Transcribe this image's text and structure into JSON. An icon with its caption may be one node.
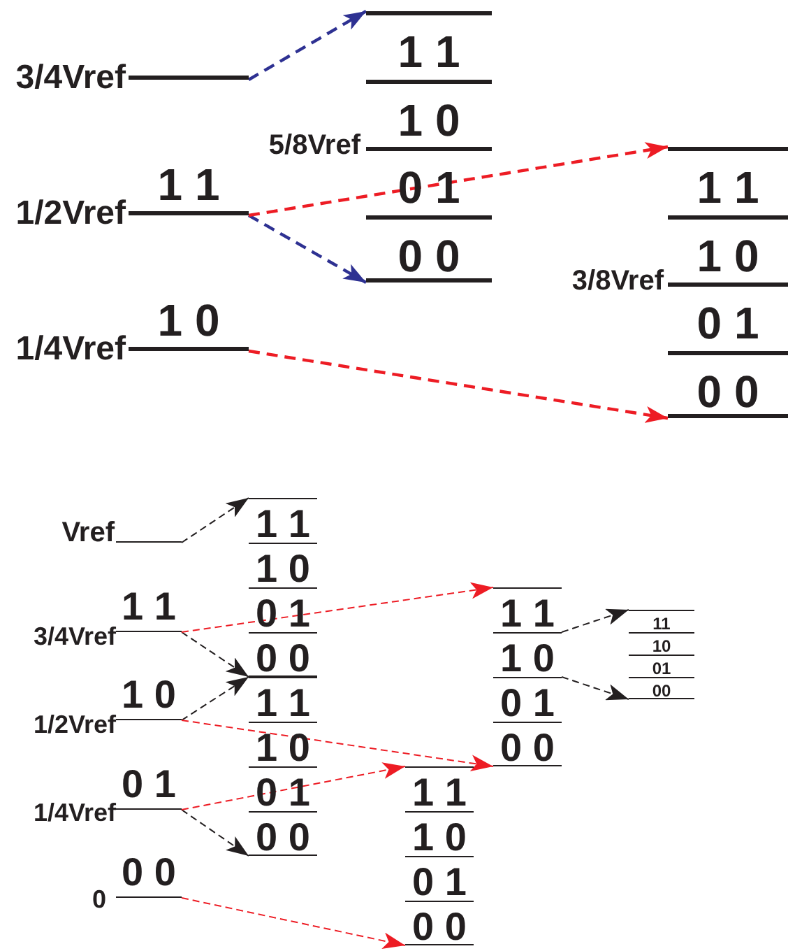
{
  "diagram": {
    "nodes": [
      {
        "text": [],
        "shape": "line",
        "beside": [
          "3/4Vref"
        ]
      },
      {
        "text": [
          "1 1"
        ],
        "beside": [
          "1/2Vref"
        ]
      },
      {
        "text": [
          "1 0"
        ],
        "beside": [
          "1/4Vref"
        ]
      },
      {
        "text": [
          "1 1",
          "1 0",
          "0 1",
          "0 0"
        ],
        "beside": [
          "5/8Vref"
        ]
      },
      {
        "text": [
          "1 1",
          "1 0",
          "0 1",
          "0 0"
        ],
        "beside": [
          "3/8Vref"
        ]
      },
      {
        "text": [],
        "shape": "line",
        "beside": [
          "Vref"
        ]
      },
      {
        "text": [
          "1 1"
        ],
        "beside": [
          "3/4Vref"
        ]
      },
      {
        "text": [
          "1 0"
        ],
        "beside": [
          "1/2Vref"
        ]
      },
      {
        "text": [
          "0 1"
        ],
        "beside": [
          "1/4Vref"
        ]
      },
      {
        "text": [
          "0 0"
        ],
        "beside": [
          "0"
        ]
      },
      {
        "text": [
          "1 1",
          "1 0",
          "0 1",
          "0 0"
        ]
      },
      {
        "text": [
          "1 1",
          "1 0",
          "0 1",
          "0 0"
        ]
      },
      {
        "text": [
          "1 1",
          "1 0",
          "0 1",
          "0 0"
        ]
      },
      {
        "text": [
          "1 1",
          "1 0",
          "0 1",
          "0 0"
        ]
      },
      {
        "text": [
          "11",
          "10",
          "01",
          "00"
        ]
      }
    ],
    "edges": [
      {
        "from": 0,
        "to": 3,
        "arrow": "to",
        "style": "dashed",
        "color": "#2e3192"
      },
      {
        "from": 1,
        "to": 3,
        "arrow": "to",
        "style": "dashed",
        "color": "#2e3192"
      },
      {
        "from": 1,
        "to": 4,
        "arrow": "to",
        "style": "dashed",
        "color": "#ed1c24"
      },
      {
        "from": 2,
        "to": 4,
        "arrow": "to",
        "style": "dashed",
        "color": "#ed1c24"
      },
      {
        "from": 5,
        "to": 10,
        "arrow": "to",
        "style": "dashed",
        "color": "#231f20"
      },
      {
        "from": 6,
        "to": 10,
        "arrow": "to",
        "style": "dashed",
        "color": "#231f20"
      },
      {
        "from": 7,
        "to": 11,
        "arrow": "to",
        "style": "dashed",
        "color": "#231f20"
      },
      {
        "from": 8,
        "to": 11,
        "arrow": "to",
        "style": "dashed",
        "color": "#231f20"
      },
      {
        "from": 6,
        "to": 12,
        "arrow": "to",
        "style": "dashed",
        "color": "#ed1c24"
      },
      {
        "from": 7,
        "to": 12,
        "arrow": "to",
        "style": "dashed",
        "color": "#ed1c24"
      },
      {
        "from": 8,
        "to": 13,
        "arrow": "to",
        "style": "dashed",
        "color": "#ed1c24"
      },
      {
        "from": 9,
        "to": 13,
        "arrow": "to",
        "style": "dashed",
        "color": "#ed1c24"
      },
      {
        "from": 12,
        "to": 14,
        "arrow": "to",
        "style": "dashed",
        "color": "#231f20"
      },
      {
        "from": 12,
        "to": 14,
        "arrow": "to",
        "style": "dashed",
        "color": "#231f20"
      }
    ]
  }
}
